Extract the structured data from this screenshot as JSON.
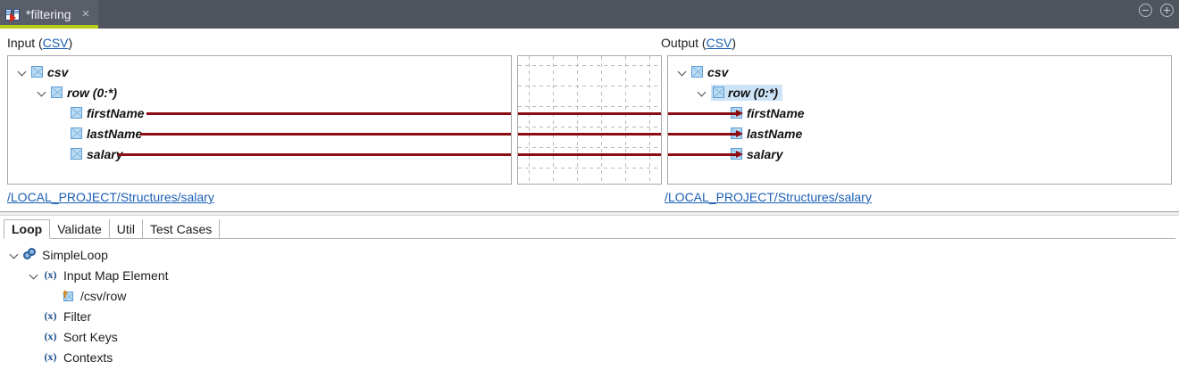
{
  "titlebar": {
    "tab_label": "*filtering",
    "tab_icon": "mapping-document-icon",
    "close_label": "×",
    "minimize_name": "minimize-icon",
    "maximize_name": "maximize-icon"
  },
  "editor": {
    "input": {
      "label_prefix": "Input (",
      "label_link": "CSV",
      "label_suffix": ")",
      "path": "/LOCAL_PROJECT/Structures/salary",
      "tree": [
        {
          "label": "csv",
          "depth": 0,
          "expanded": true,
          "twisty": true,
          "selected": false
        },
        {
          "label": "row (0:*)",
          "depth": 1,
          "expanded": true,
          "twisty": true,
          "selected": false
        },
        {
          "label": "firstName",
          "depth": 2,
          "expanded": false,
          "twisty": false,
          "selected": false
        },
        {
          "label": "lastName",
          "depth": 2,
          "expanded": false,
          "twisty": false,
          "selected": false
        },
        {
          "label": "salary",
          "depth": 2,
          "expanded": false,
          "twisty": false,
          "selected": false
        }
      ]
    },
    "output": {
      "label_prefix": "Output (",
      "label_link": "CSV",
      "label_suffix": ")",
      "path": "/LOCAL_PROJECT/Structures/salary",
      "tree": [
        {
          "label": "csv",
          "depth": 0,
          "expanded": true,
          "twisty": true,
          "selected": false
        },
        {
          "label": "row (0:*)",
          "depth": 1,
          "expanded": true,
          "twisty": true,
          "selected": true
        },
        {
          "label": "firstName",
          "depth": 2,
          "expanded": false,
          "twisty": false,
          "selected": false
        },
        {
          "label": "lastName",
          "depth": 2,
          "expanded": false,
          "twisty": false,
          "selected": false
        },
        {
          "label": "salary",
          "depth": 2,
          "expanded": false,
          "twisty": false,
          "selected": false
        }
      ]
    },
    "connections": [
      {
        "from": "firstName",
        "to": "firstName"
      },
      {
        "from": "lastName",
        "to": "lastName"
      },
      {
        "from": "salary",
        "to": "salary"
      }
    ],
    "wire_color": "#8b0d12",
    "grid_color": "#b9b9b9"
  },
  "bottom": {
    "tabs": [
      {
        "label": "Loop",
        "active": true
      },
      {
        "label": "Validate",
        "active": false
      },
      {
        "label": "Util",
        "active": false
      },
      {
        "label": "Test Cases",
        "active": false
      }
    ],
    "tree": [
      {
        "label": "SimpleLoop",
        "depth": 0,
        "icon": "loop",
        "twisty": true,
        "expanded": true
      },
      {
        "label": "Input Map Element",
        "depth": 1,
        "icon": "fx",
        "twisty": true,
        "expanded": true
      },
      {
        "label": "/csv/row",
        "depth": 2,
        "icon": "map",
        "twisty": false,
        "expanded": false
      },
      {
        "label": "Filter",
        "depth": 1,
        "icon": "fx",
        "twisty": false,
        "expanded": false
      },
      {
        "label": "Sort Keys",
        "depth": 1,
        "icon": "fx",
        "twisty": false,
        "expanded": false
      },
      {
        "label": "Contexts",
        "depth": 1,
        "icon": "fx",
        "twisty": false,
        "expanded": false
      }
    ],
    "fx_glyph": "(x)"
  },
  "theme": {
    "titlebar_bg": "#50545e",
    "tab_bg": "#595e69",
    "tab_underline": "#b5cc18",
    "link_color": "#1a5fb4",
    "selection_bg": "#cde3f7",
    "node_icon_fill": "#bcdcf4",
    "node_icon_border": "#5b9bd5"
  }
}
